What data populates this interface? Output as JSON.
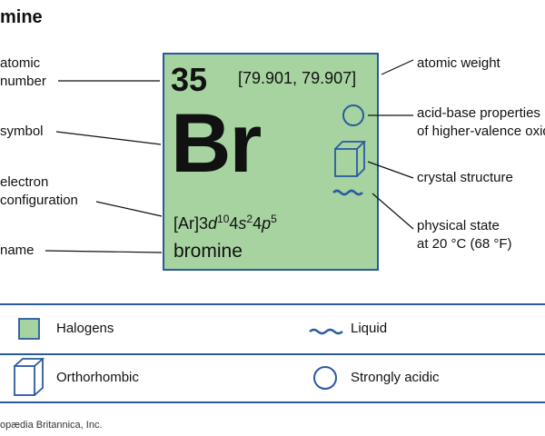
{
  "title": "mine",
  "labels": {
    "atomic_number": [
      "atomic",
      "number"
    ],
    "symbol": "symbol",
    "electron_configuration": [
      "electron",
      "configuration"
    ],
    "name": "name",
    "atomic_weight": "atomic weight",
    "acid_base": [
      "acid-base properties",
      "of higher-valence oxides"
    ],
    "crystal_structure": "crystal structure",
    "physical_state": [
      "physical state",
      "at 20 °C (68 °F)"
    ]
  },
  "tile": {
    "atomic_number": "35",
    "atomic_weight": "[79.901, 79.907]",
    "symbol": "Br",
    "configuration": {
      "core": "[Ar]3",
      "d": "d",
      "d_exp": "10",
      "s_n": "4",
      "s": "s",
      "s_exp": "2",
      "p_n": "4",
      "p": "p",
      "p_exp": "5"
    },
    "name": "bromine",
    "fill_color": "#a6d3a0"
  },
  "legend": {
    "halogens": "Halogens",
    "liquid": "Liquid",
    "orthorhombic": "Orthorhombic",
    "strongly_acidic": "Strongly acidic"
  },
  "credit": "opædia Britannica, Inc.",
  "colors": {
    "accent": "#2a5a9e",
    "tile": "#a6d3a0"
  },
  "icons": [
    "circle-icon",
    "crystal-cube-icon",
    "liquid-wave-icon",
    "halogen-swatch-icon"
  ]
}
